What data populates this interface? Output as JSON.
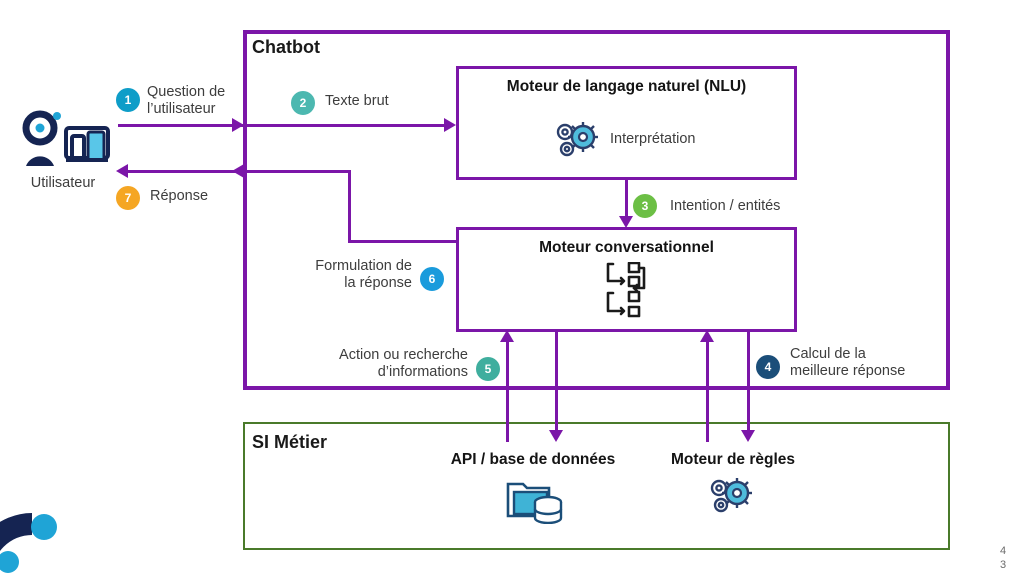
{
  "diagram": {
    "title_chatbot": "Chatbot",
    "title_si": "SI Métier",
    "nlu": {
      "title": "Moteur de langage naturel (NLU)",
      "icon_label": "Interprétation",
      "icon": "gears-icon"
    },
    "conversational": {
      "title": "Moteur conversationnel",
      "icon": "workflow-icon"
    },
    "si_blocks": [
      {
        "title": "API / base de données",
        "icon": "folder-database-icon"
      },
      {
        "title": "Moteur de règles",
        "icon": "gears-icon"
      }
    ],
    "actor": {
      "label": "Utilisateur",
      "icon": "user-devices-icon"
    },
    "flows": [
      {
        "num": "1",
        "label": "Question de\nl’utilisateur",
        "label_line1": "Question de",
        "label_line2": "l’utilisateur",
        "color": "#0e9dc8"
      },
      {
        "num": "2",
        "label": "Texte brut",
        "label_line1": "Texte brut",
        "label_line2": "",
        "color": "#4cb8b0"
      },
      {
        "num": "3",
        "label": "Intention / entités",
        "label_line1": "Intention / entités",
        "label_line2": "",
        "color": "#6cbf45"
      },
      {
        "num": "4",
        "label_line1": "Calcul de la",
        "label_line2": "meilleure réponse",
        "color": "#1b4e79"
      },
      {
        "num": "5",
        "label_line1": "Action ou recherche",
        "label_line2": "d’informations",
        "color": "#3fae9e"
      },
      {
        "num": "6",
        "label_line1": "Formulation de",
        "label_line2": "la réponse",
        "color": "#1a9bdc"
      },
      {
        "num": "7",
        "label_line1": "Réponse",
        "label_line2": "",
        "color": "#f5a623"
      }
    ],
    "colors": {
      "chatbot_border": "#7b16a8",
      "si_border": "#4a7a2a",
      "arrow": "#7b16a8",
      "logo_navy": "#152452",
      "logo_cyan": "#1fa4d6"
    },
    "page_numbers": {
      "line1": "4",
      "line2": "3"
    }
  }
}
